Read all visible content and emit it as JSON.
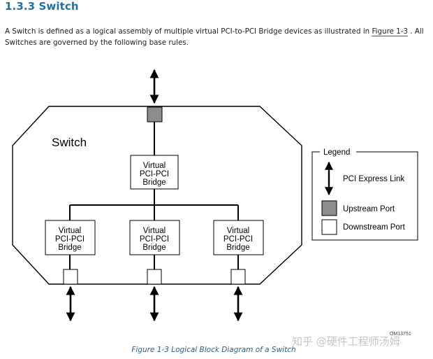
{
  "section": {
    "heading": "1.3.3 Switch",
    "para_before_link": "A Switch is defined as a logical assembly of multiple virtual PCI-to-PCI Bridge devices as illustrated in ",
    "link_text": "Figure  1-3",
    "para_after_link": " . All Switches are governed by the following base rules."
  },
  "diagram": {
    "switch_label": "Switch",
    "bridge_line1": "Virtual",
    "bridge_line2": "PCI-PCI",
    "bridge_line3": "Bridge",
    "legend": {
      "title": "Legend",
      "items": [
        "PCI Express Link",
        "Upstream Port",
        "Downstream Port"
      ]
    },
    "colors": {
      "upstream_port": "#8c8c8c",
      "downstream_port": "#ffffff",
      "stroke": "#000000"
    }
  },
  "caption": "Figure  1-3  Logical Block Diagram of a Switch",
  "watermark": "知乎 @硬件工程师汤姆",
  "figure_id": "OM13751"
}
